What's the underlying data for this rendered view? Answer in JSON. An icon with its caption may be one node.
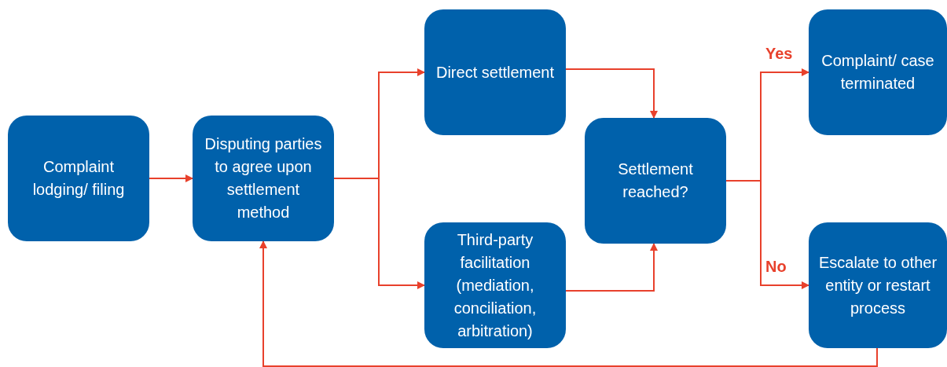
{
  "diagram": {
    "nodes": [
      {
        "text": [
          "Complaint lodging/ filing"
        ]
      },
      {
        "text": [
          "Disputing parties to agree upon settlement method"
        ]
      },
      {
        "text": [
          "Direct settlement"
        ]
      },
      {
        "text": [
          "Third-party facilitation (mediation, conciliation, arbitration)"
        ]
      },
      {
        "text": [
          "Settlement reached?"
        ]
      },
      {
        "text": [
          "Complaint/ case terminated"
        ]
      },
      {
        "text": [
          "Escalate to other entity or restart process"
        ]
      }
    ],
    "edges": [
      {
        "from": 0,
        "to": 1,
        "arrow": "to"
      },
      {
        "from": 1,
        "to": 2,
        "arrow": "to"
      },
      {
        "from": 1,
        "to": 3,
        "arrow": "to"
      },
      {
        "from": 2,
        "to": 4,
        "arrow": "to"
      },
      {
        "from": 3,
        "to": 4,
        "arrow": "to"
      },
      {
        "from": 4,
        "to": 5,
        "arrow": "to",
        "label": "Yes"
      },
      {
        "from": 4,
        "to": 6,
        "arrow": "to",
        "label": "No"
      },
      {
        "from": 6,
        "to": 1,
        "arrow": "to"
      }
    ]
  }
}
